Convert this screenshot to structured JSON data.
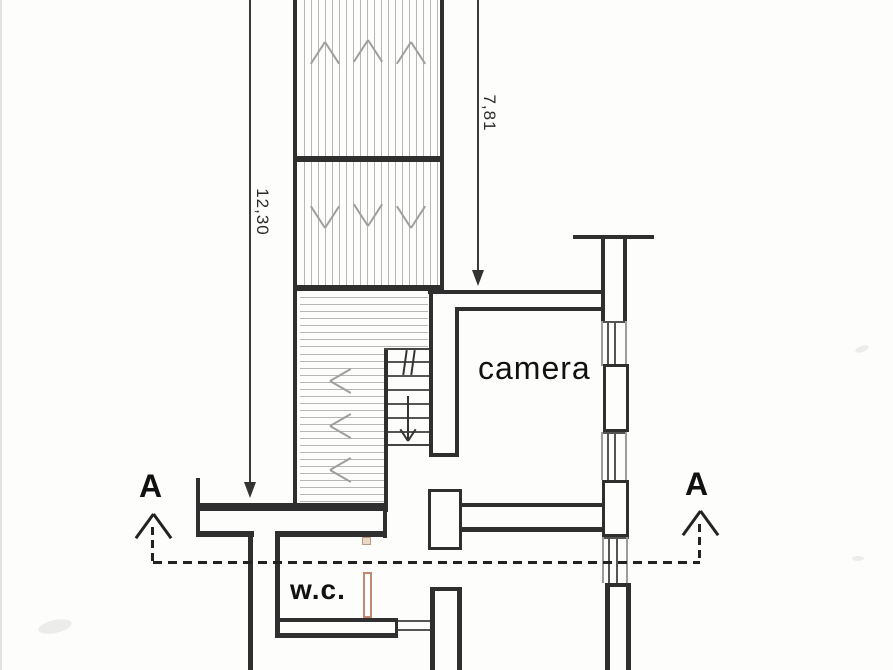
{
  "drawing": {
    "type": "floor-plan",
    "rooms": {
      "camera": "camera",
      "wc": "w.c."
    },
    "section_markers": {
      "left": "A",
      "right": "A"
    },
    "dimensions": {
      "overall_stair_run": "12,30",
      "upper_flight_run": "7,81"
    },
    "colors": {
      "wall": "#2f2f2f",
      "hatch": "#b7b7b7",
      "radiator": "#c08a72",
      "paper": "#fdfdfc",
      "section_line": "#222222"
    }
  }
}
